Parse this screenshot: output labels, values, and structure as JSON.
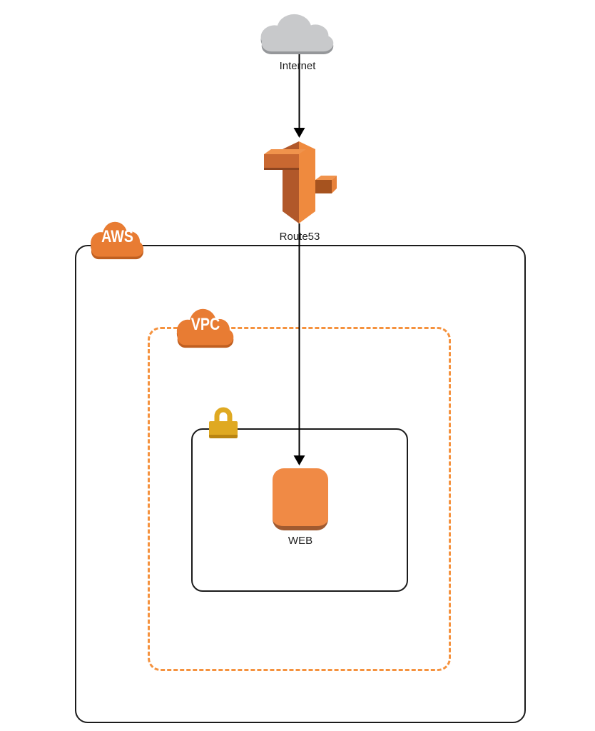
{
  "nodes": {
    "internet": {
      "label": "Internet",
      "icon": "internet-cloud-icon"
    },
    "route53": {
      "label": "Route53",
      "icon": "route53-icon"
    },
    "web": {
      "label": "WEB",
      "icon": "web-node"
    }
  },
  "groups": {
    "aws": {
      "label": "AWS",
      "icon": "aws-cloud-icon",
      "border": "solid-black"
    },
    "vpc": {
      "label": "VPC",
      "icon": "vpc-cloud-icon",
      "border": "dashed-orange"
    },
    "security_group": {
      "label": "",
      "icon": "lock-icon",
      "border": "solid-black"
    }
  },
  "edges": [
    {
      "from": "internet",
      "to": "route53",
      "style": "arrow-down"
    },
    {
      "from": "route53",
      "to": "web",
      "style": "arrow-down"
    }
  ],
  "colors": {
    "aws_orange": "#E87C33",
    "aws_orange_shadow": "#C05F20",
    "node_orange": "#F08A45",
    "node_orange_shadow": "#A05A30",
    "route53_light": "#EF8A3E",
    "route53_dark": "#B1582A",
    "route53_arm_left": "#C96831",
    "route53_arm_right": "#A6531F",
    "internet_gray": "#C8C9CB",
    "internet_gray_shadow": "#95979A",
    "lock_gold": "#DFA922",
    "lock_gold_shadow": "#BA8512",
    "vpc_dash_orange": "#F5923E",
    "line_black": "#1b1b1b"
  }
}
